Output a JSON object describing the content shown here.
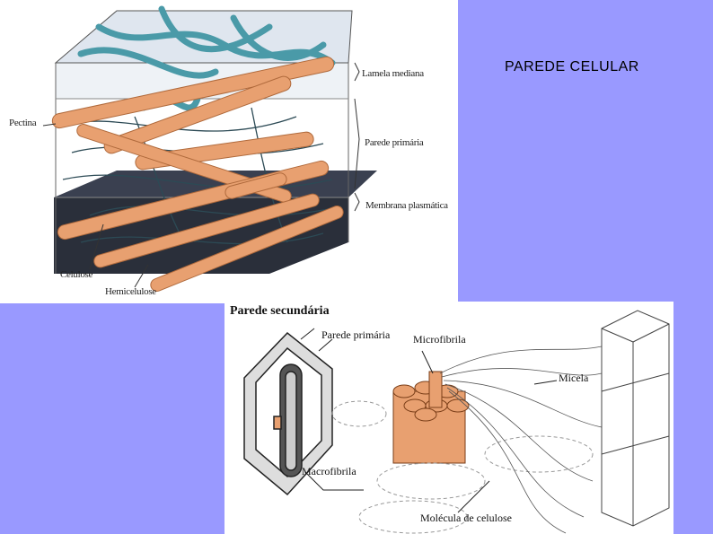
{
  "slide": {
    "title": "PAREDE CELULAR"
  },
  "top_diagram": {
    "labels": {
      "lamela": "Lamela mediana",
      "pectina": "Pectina",
      "parede_primaria": "Parede primária",
      "membrana": "Membrana plasmática",
      "celulose": "Celulose",
      "hemicelulose": "Hemicelulose"
    }
  },
  "bottom_diagram": {
    "labels": {
      "parede_secundaria": "Parede secundária",
      "parede_primaria": "Parede primária",
      "microfibrila": "Microfibrila",
      "micela": "Micela",
      "macrofibrila": "Macrofibrila",
      "molecula": "Molécula de celulose"
    }
  },
  "colors": {
    "background": "#9999ff",
    "fiber": "#e8a070",
    "pectin": "#4a9aa8",
    "membrane": "#2a2f3a"
  }
}
